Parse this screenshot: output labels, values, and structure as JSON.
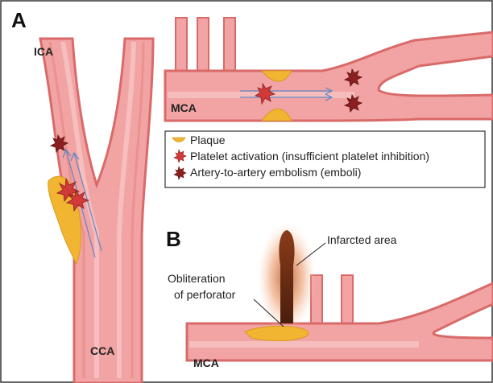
{
  "colors": {
    "vessel_outer": "#d96a6a",
    "vessel_fill": "#f0a0a0",
    "vessel_highlight": "#f7c4c4",
    "plaque": "#f2b531",
    "platelet": "#d23a3a",
    "embolus": "#8b1f1f",
    "arrow": "#5f86c4",
    "infarct_core": "#6a2d14",
    "infarct_halo": "#f3b48b",
    "border": "#333333"
  },
  "panel_a": {
    "label": "A",
    "ica_label": "ICA",
    "cca_label": "CCA",
    "mca_label": "MCA"
  },
  "legend": {
    "items": [
      {
        "icon": "plaque-icon",
        "text": "Plaque"
      },
      {
        "icon": "platelet-activation-icon",
        "text": "Platelet activation (insufficient platelet inhibition)"
      },
      {
        "icon": "embolus-icon",
        "text": "Artery-to-artery embolism (emboli)"
      }
    ]
  },
  "panel_b": {
    "label": "B",
    "infarcted_area": "Infarcted area",
    "obliteration_line1": "Obliteration",
    "obliteration_line2": "of perforator",
    "mca_label": "MCA"
  }
}
